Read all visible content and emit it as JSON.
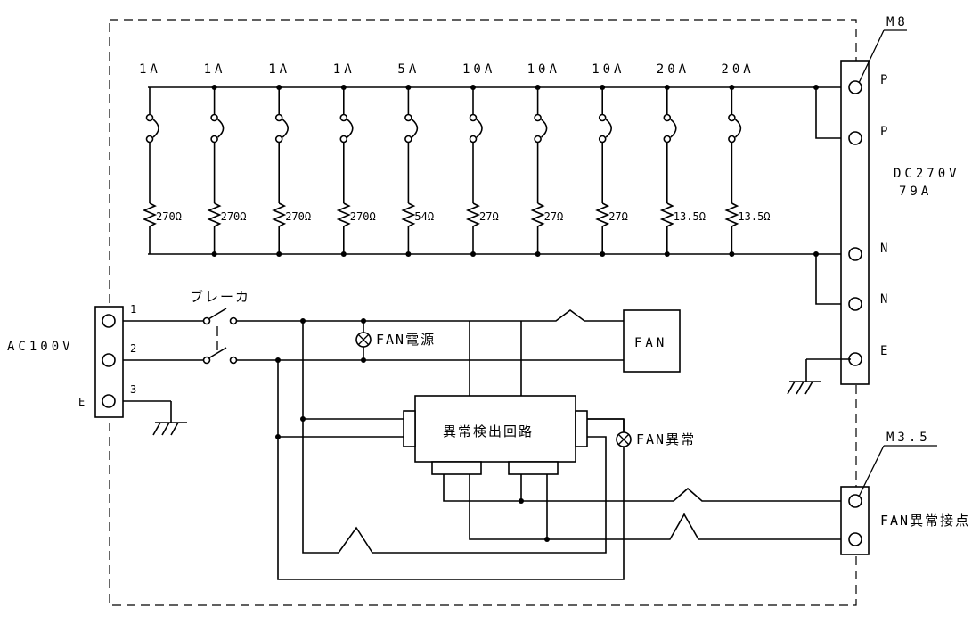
{
  "dc_terminal": {
    "screw_size": "M8",
    "labels": [
      "P",
      "P",
      "N",
      "N",
      "E"
    ],
    "rating_voltage": "DC270V",
    "rating_current": "79A"
  },
  "load_branches": [
    {
      "breaker": "1A",
      "resistor": "270Ω"
    },
    {
      "breaker": "1A",
      "resistor": "270Ω"
    },
    {
      "breaker": "1A",
      "resistor": "270Ω"
    },
    {
      "breaker": "1A",
      "resistor": "270Ω"
    },
    {
      "breaker": "5A",
      "resistor": "54Ω"
    },
    {
      "breaker": "10A",
      "resistor": "27Ω"
    },
    {
      "breaker": "10A",
      "resistor": "27Ω"
    },
    {
      "breaker": "10A",
      "resistor": "27Ω"
    },
    {
      "breaker": "20A",
      "resistor": "13.5Ω"
    },
    {
      "breaker": "20A",
      "resistor": "13.5Ω"
    }
  ],
  "ac_input": {
    "label": "AC100V",
    "pins": [
      "1",
      "2",
      "3"
    ],
    "ground_label": "E",
    "breaker_label": "ブレーカ"
  },
  "fan_section": {
    "power_lamp": "FAN電源",
    "fan_label": "FAN",
    "fault_lamp": "FAN異常",
    "detector_label": "異常検出回路"
  },
  "alarm_terminal": {
    "screw_size": "M3.5",
    "label": "FAN異常接点"
  }
}
